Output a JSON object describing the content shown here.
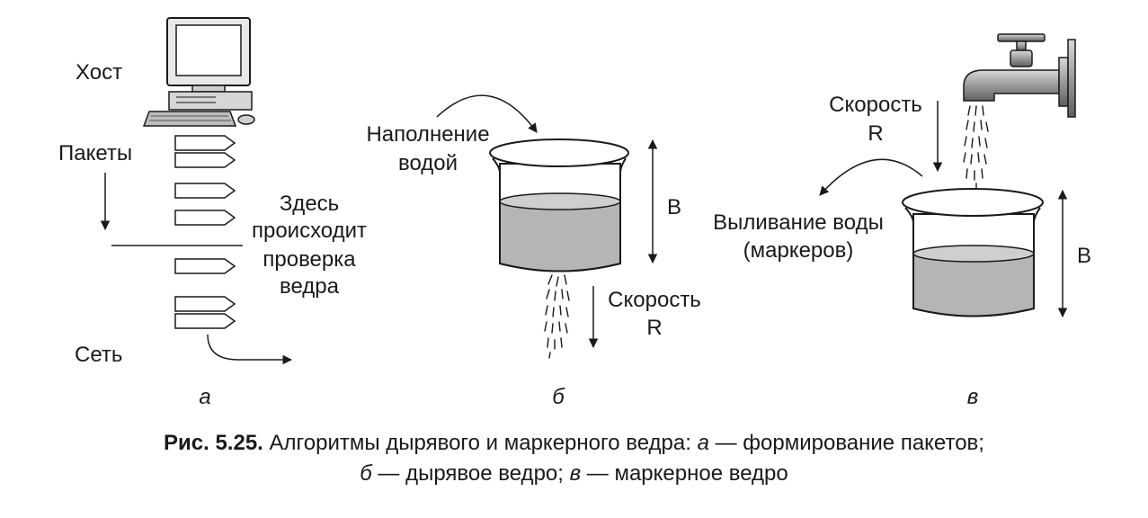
{
  "panel_a": {
    "host_label": "Хост",
    "packets_label": "Пакеты",
    "check_label_lines": [
      "Здесь",
      "происходит",
      "проверка",
      "ведра"
    ],
    "network_label": "Сеть",
    "sublabel": "а"
  },
  "panel_b": {
    "fill_label_lines": [
      "Наполнение",
      "водой"
    ],
    "bucket_label": "B",
    "rate_label_lines": [
      "Скорость",
      "R"
    ],
    "sublabel": "б"
  },
  "panel_c": {
    "rate_label_lines": [
      "Скорость",
      "R"
    ],
    "pour_label_lines": [
      "Выливание воды",
      "(маркеров)"
    ],
    "bucket_label": "B",
    "sublabel": "в"
  },
  "caption": {
    "number": "Рис. 5.25.",
    "text_1": " Алгоритмы дырявого и маркерного ведра: ",
    "a": "а",
    "text_2": " — формирование пакетов;",
    "b": "б",
    "text_3": " — дырявое ведро; ",
    "c": "в",
    "text_4": " — маркерное ведро"
  }
}
